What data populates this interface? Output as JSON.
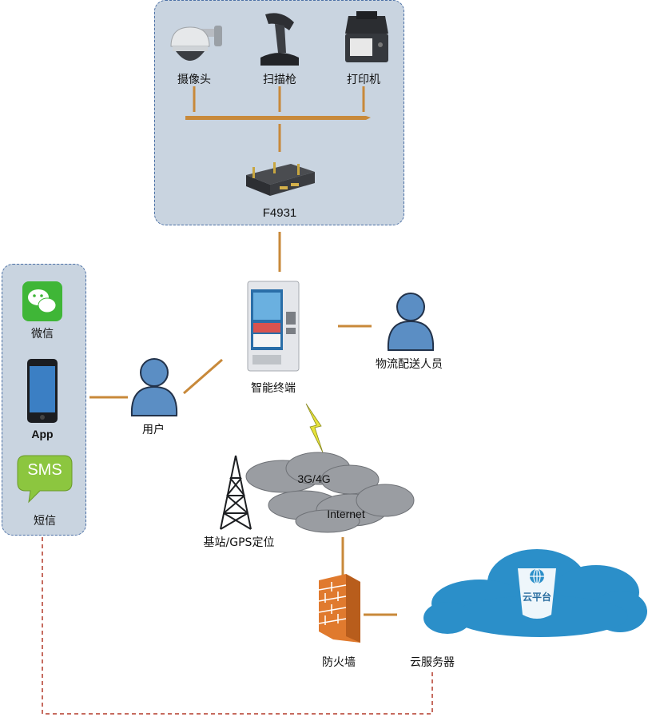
{
  "colors": {
    "link": "#c8893a",
    "panel": "#c9d4e0",
    "panel_border": "#4a6fa5",
    "cloud": "#2b8fc9",
    "signal": "#e6e23a",
    "dashed": "#b33a2a"
  },
  "top_group": {
    "devices": [
      {
        "label": "摄像头",
        "icon": "camera-icon"
      },
      {
        "label": "扫描枪",
        "icon": "scanner-icon"
      },
      {
        "label": "打印机",
        "icon": "printer-icon"
      }
    ],
    "router_label": "F4931"
  },
  "left_group": {
    "wechat_label": "微信",
    "app_label": "App",
    "sms_bubble": "SMS",
    "sms_label": "短信"
  },
  "terminal_label": "智能终端",
  "user_label": "用户",
  "delivery_label": "物流配送人员",
  "network": {
    "cloud_top": "3G/4G",
    "cloud_bottom": "Internet",
    "tower_label": "基站/GPS定位"
  },
  "firewall_label": "防火墙",
  "cloud_platform": {
    "badge": "云平台",
    "label": "云服务器"
  }
}
